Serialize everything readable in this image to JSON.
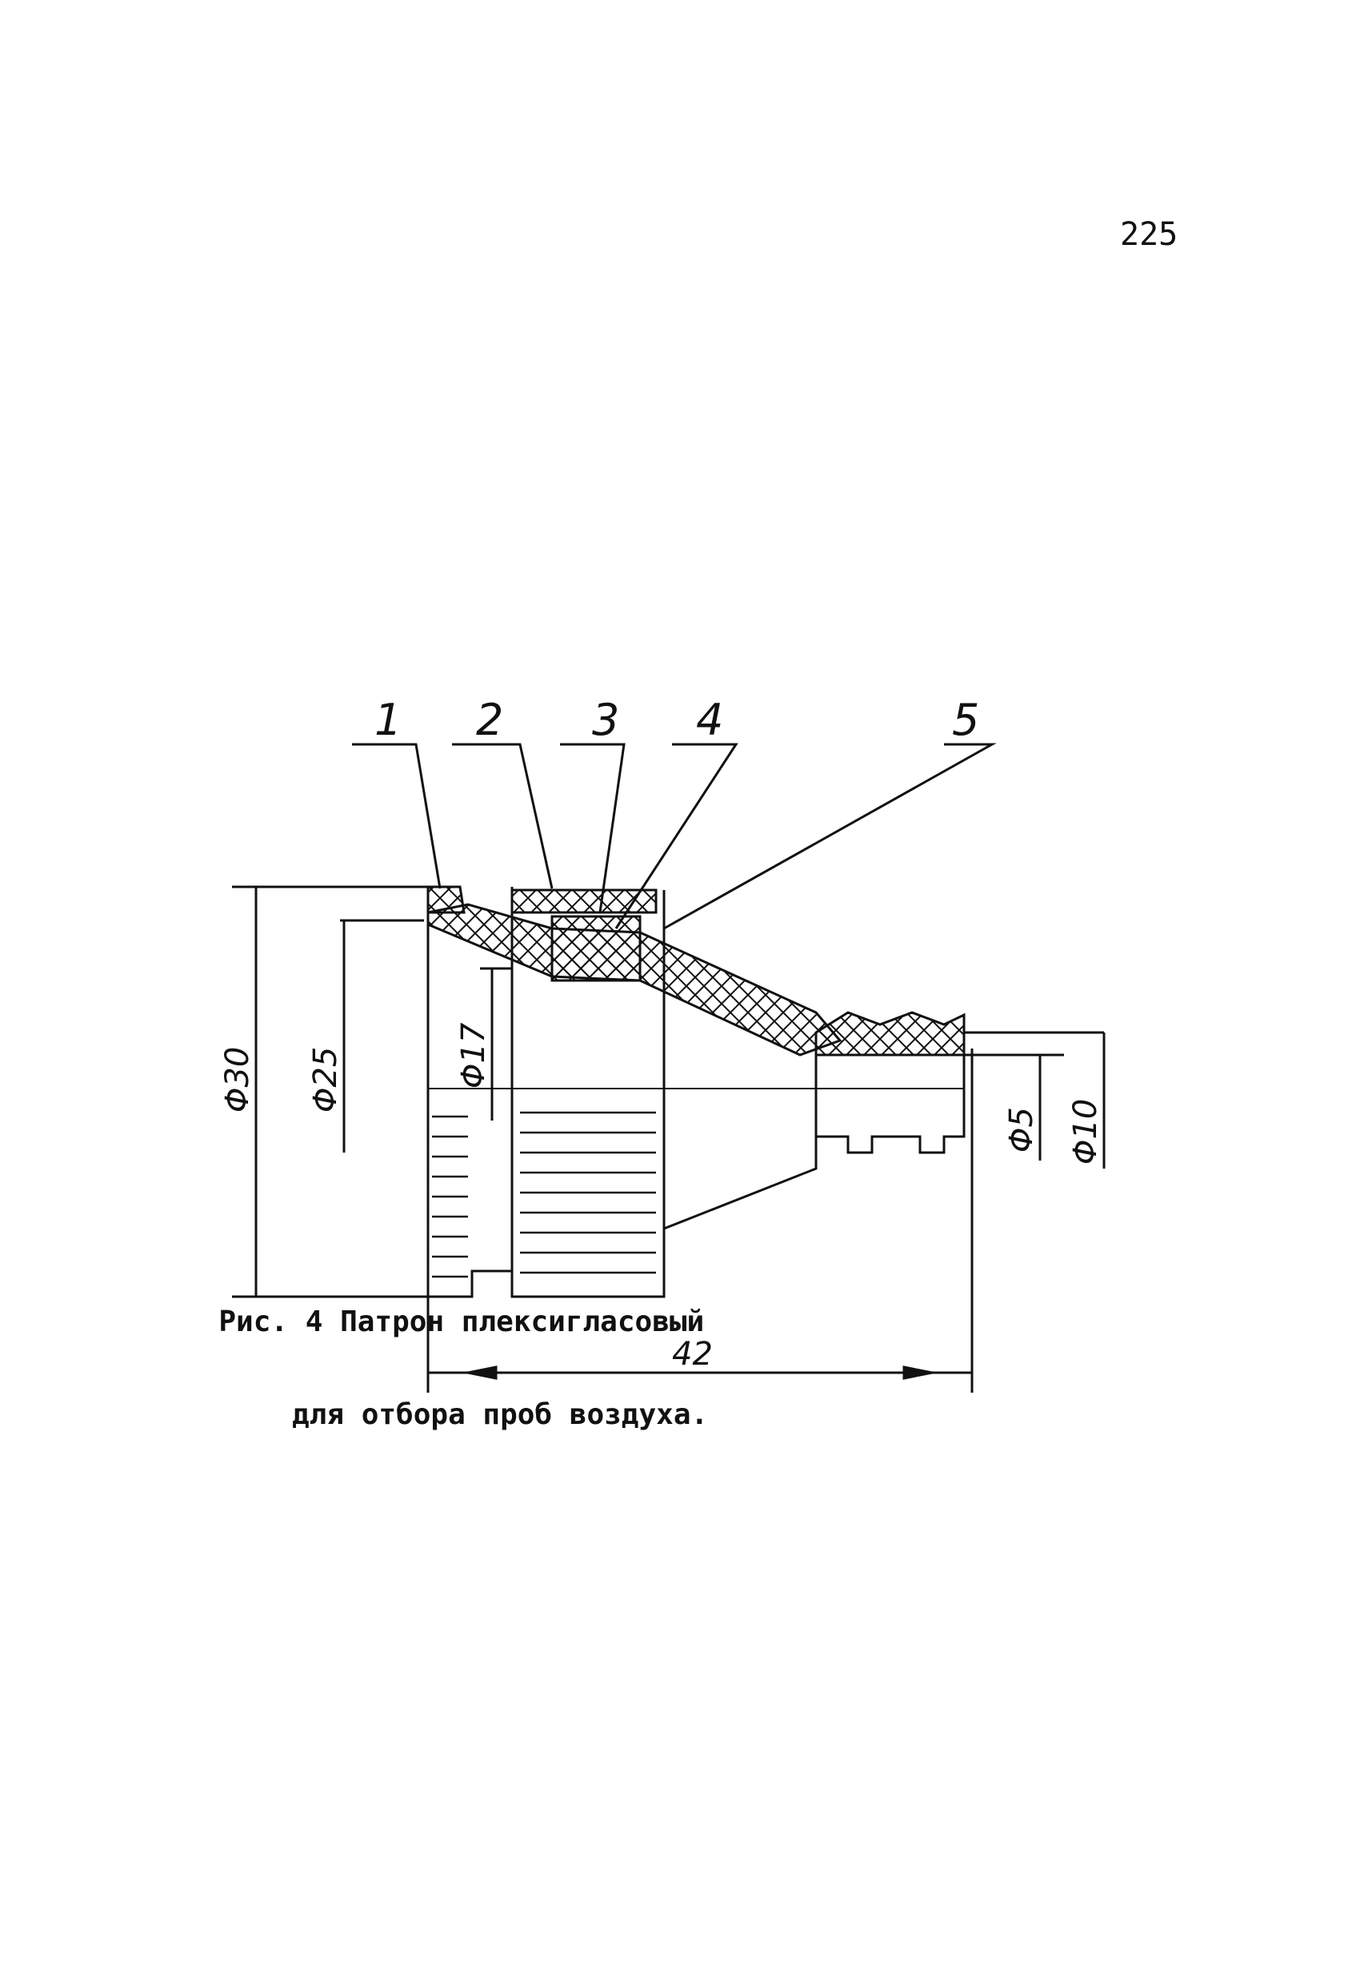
{
  "page": {
    "number": "225"
  },
  "figure": {
    "callouts": [
      "1",
      "2",
      "3",
      "4",
      "5"
    ],
    "dimensions": {
      "outer_diameter": "Φ30",
      "diameter_25": "Φ25",
      "diameter_17": "Φ17",
      "diameter_5": "Φ5",
      "diameter_10": "Φ10",
      "length": "42"
    }
  },
  "caption": {
    "line1": "Рис. 4 Патрон плексигласовый",
    "line2": "для отбора проб воздуха."
  }
}
